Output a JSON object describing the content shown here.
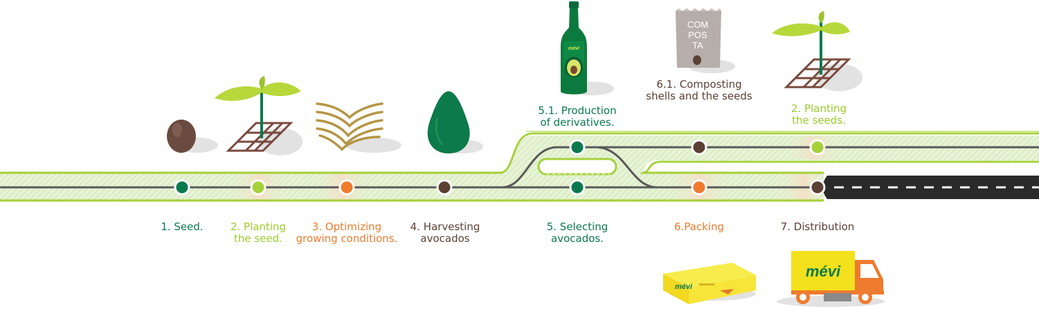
{
  "stages": [
    {
      "id": "seed",
      "lines": [
        "1. Seed."
      ],
      "color": "#0a7a4e"
    },
    {
      "id": "planting",
      "lines": [
        "2. Planting",
        "the seed."
      ],
      "color": "#9ccc2b"
    },
    {
      "id": "optimizing",
      "lines": [
        "3. Optimizing",
        "growing conditions."
      ],
      "color": "#ee7b2e"
    },
    {
      "id": "harvesting",
      "lines": [
        "4. Harvesting",
        "avocados"
      ],
      "color": "#5b4034"
    },
    {
      "id": "selecting",
      "lines": [
        "5. Selecting",
        "avocados."
      ],
      "color": "#0a7a4e"
    },
    {
      "id": "packing",
      "lines": [
        "6.Packing"
      ],
      "color": "#ee7b2e"
    },
    {
      "id": "distribution",
      "lines": [
        "7. Distribution"
      ],
      "color": "#5b4034"
    }
  ],
  "branch": [
    {
      "id": "derivatives",
      "lines": [
        "5.1. Production",
        "of derivatives."
      ],
      "color": "#0a7a4e"
    },
    {
      "id": "composting",
      "lines": [
        "6.1.  Composting",
        "shells and the seeds"
      ],
      "color": "#5b4034"
    },
    {
      "id": "planting-seeds",
      "lines": [
        "2. Planting",
        "the seeds."
      ],
      "color": "#9ccc2b"
    }
  ],
  "compost_bag": {
    "words": [
      "COM",
      "POS",
      "TA"
    ]
  },
  "brand": "mévi",
  "colors": {
    "dark_green": "#0a7a4e",
    "lime": "#9ccc2b",
    "orange": "#ee7b2e",
    "brown": "#5b4034",
    "track": "#595959",
    "road": "#2a2a2a",
    "band": "#dcefc5",
    "crate": "#f2e11c"
  }
}
